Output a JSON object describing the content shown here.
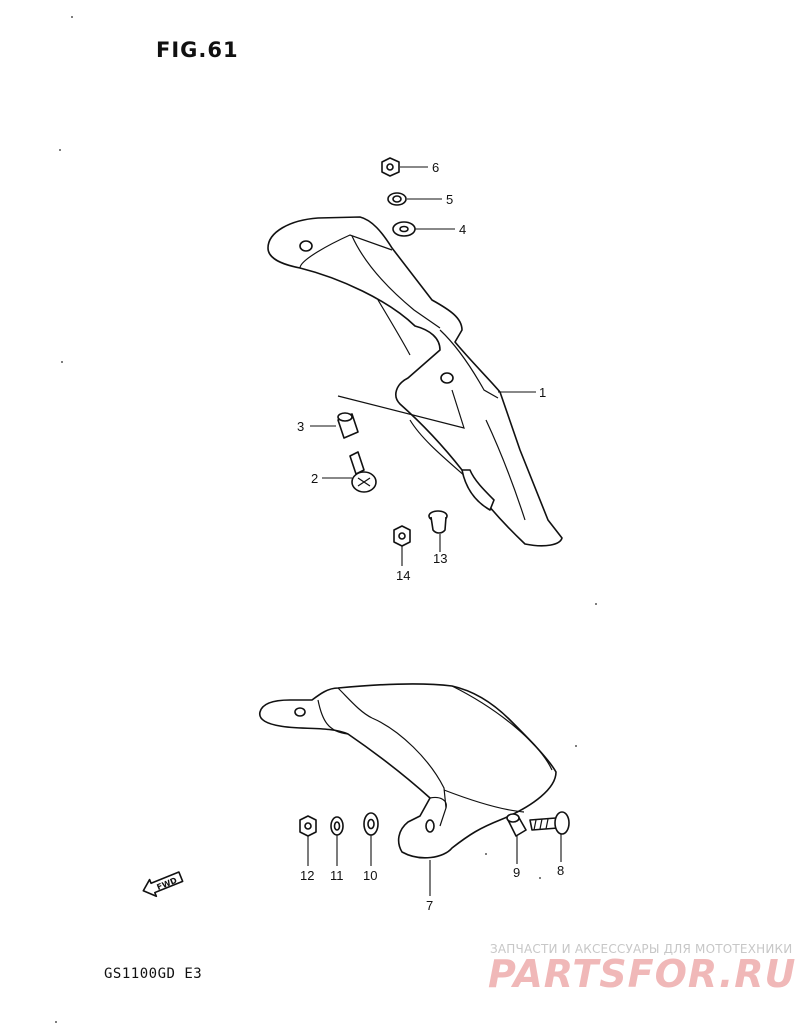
{
  "figure_title": "FIG.61",
  "model_code": "GS1100GD E3",
  "fwd_label": "FWD",
  "watermark": {
    "tagline": "ЗАПЧАСТИ И АКСЕССУАРЫ ДЛЯ МОТОТЕХНИКИ",
    "brand": "PARTSFOR.RU"
  },
  "callouts": {
    "p1": "1",
    "p2": "2",
    "p3": "3",
    "p4": "4",
    "p5": "5",
    "p6": "6",
    "p7": "7",
    "p8": "8",
    "p9": "9",
    "p10": "10",
    "p11": "11",
    "p12": "12",
    "p13": "13",
    "p14": "14"
  }
}
